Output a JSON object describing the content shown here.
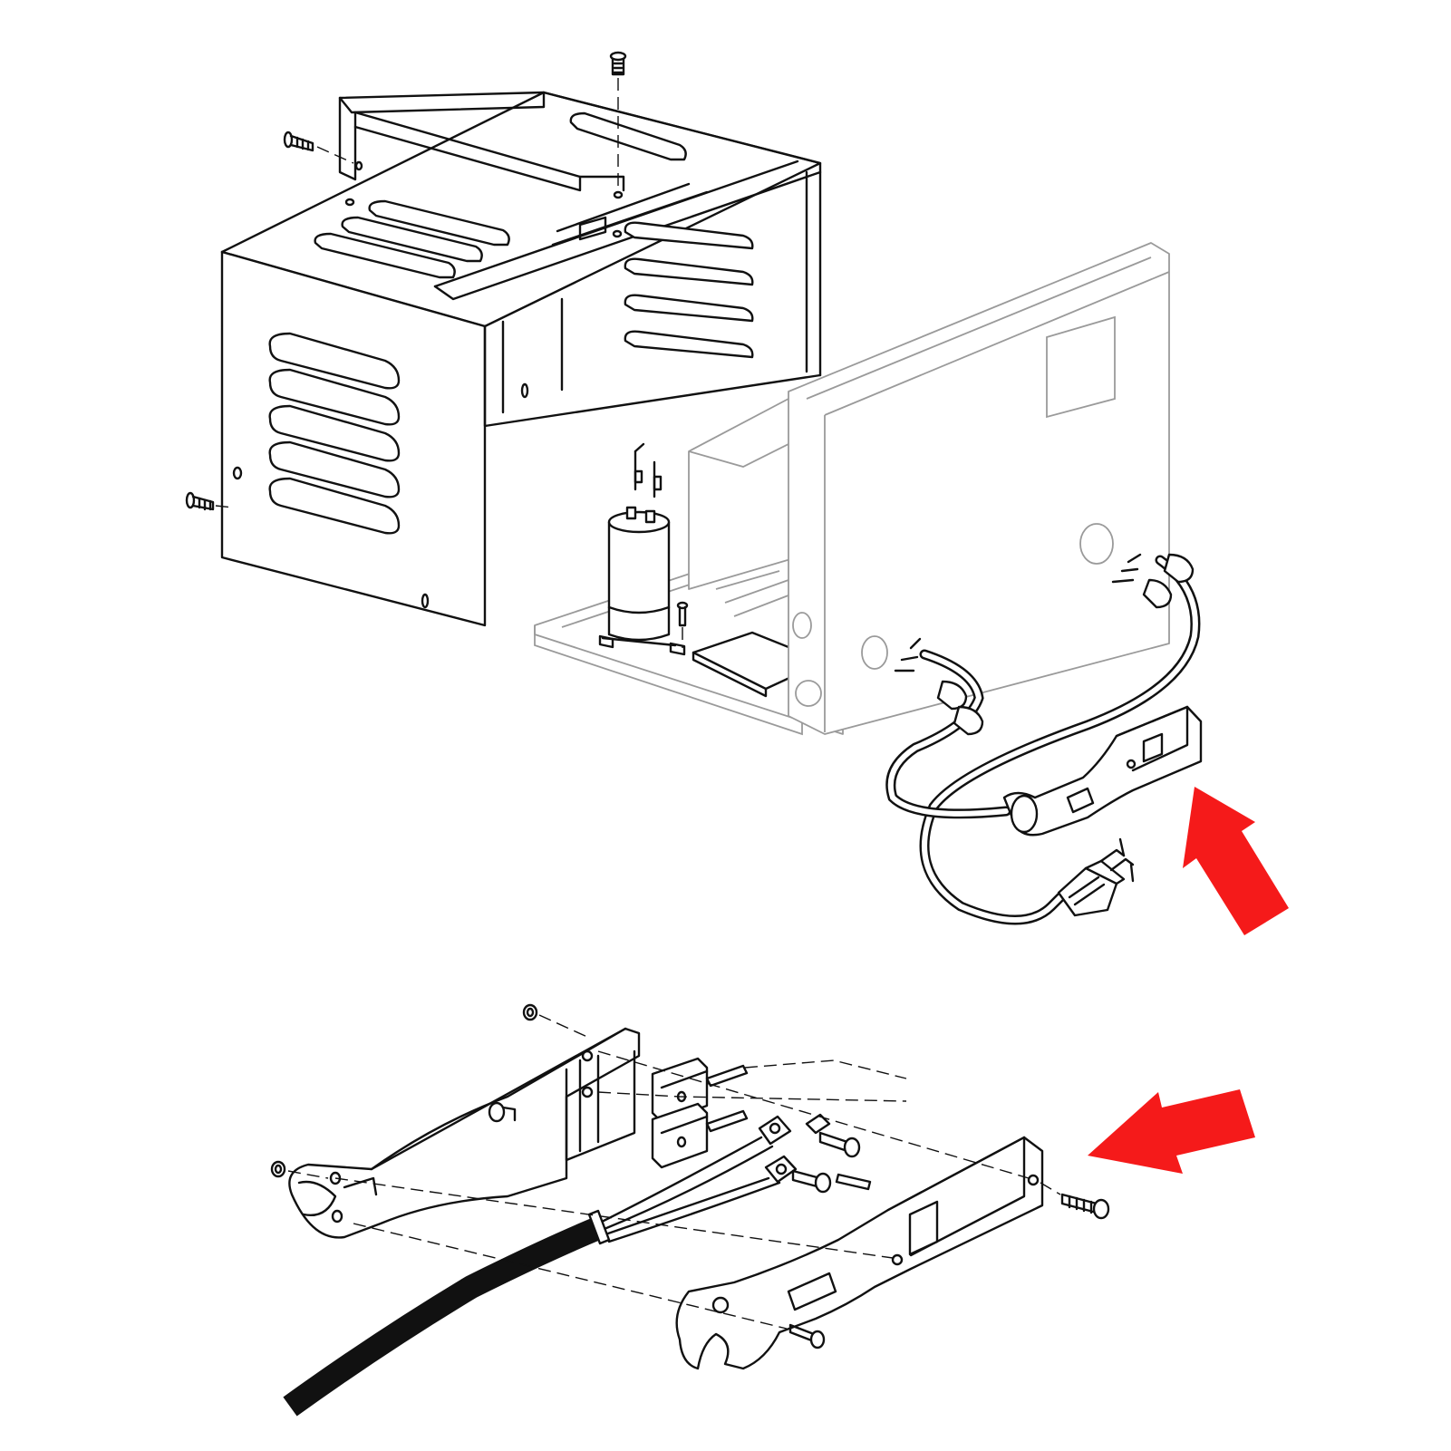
{
  "figure": {
    "callout_color": "#f51a1a",
    "line_color": "#111111",
    "ghost_color": "#9a9a9a",
    "background": "#ffffff"
  },
  "components": {
    "upper_view": [
      "cabinet-cover",
      "screws",
      "capacitor",
      "ac-cord",
      "ac-plug",
      "dc-plug-handle"
    ],
    "lower_view": [
      "dc-plug-handle-half-left",
      "dc-plug-handle-half-right",
      "contacts",
      "screws",
      "dc-cord"
    ]
  }
}
